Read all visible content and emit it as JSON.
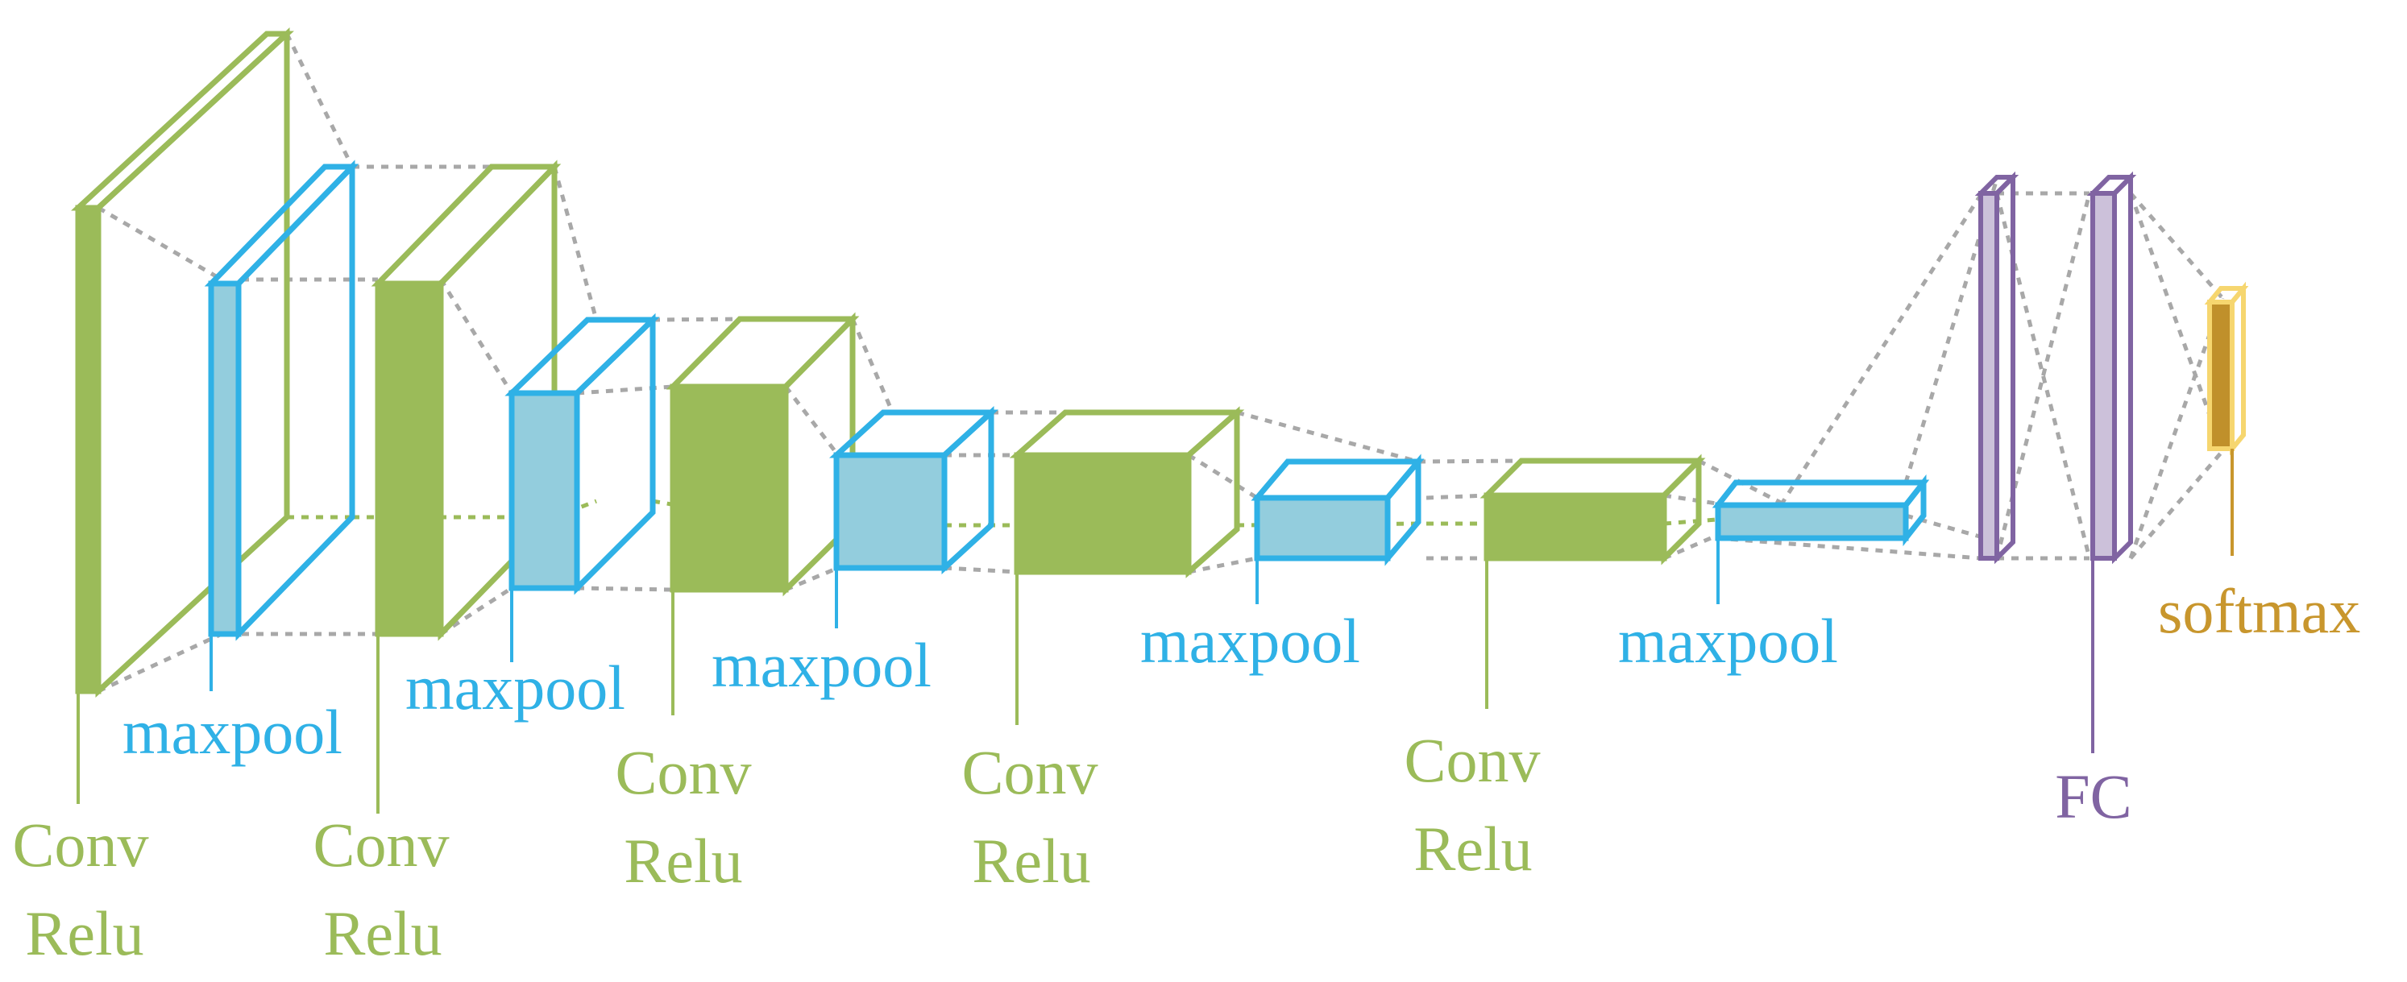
{
  "colors": {
    "conv": "#9bbb59",
    "pool": "#2fb1e6",
    "pool_fill": "#93cddd",
    "fc": "#8064a2",
    "fc_fill": "#ccc1da",
    "softmax": "#c8962d",
    "softmax_stroke": "#f6d66f",
    "softmax_fill": "#c0902b",
    "connector": "#a8a8a8"
  },
  "labels": {
    "conv1": [
      "Conv",
      "Relu"
    ],
    "pool1": "maxpool",
    "conv2": [
      "Conv",
      "Relu"
    ],
    "pool2": "maxpool",
    "conv3": [
      "Conv",
      "Relu"
    ],
    "pool3": "maxpool",
    "conv4": [
      "Conv",
      "Relu"
    ],
    "pool4": "maxpool",
    "conv5": [
      "Conv",
      "Relu"
    ],
    "pool5": "maxpool",
    "fc": "FC",
    "softmax": "softmax"
  }
}
